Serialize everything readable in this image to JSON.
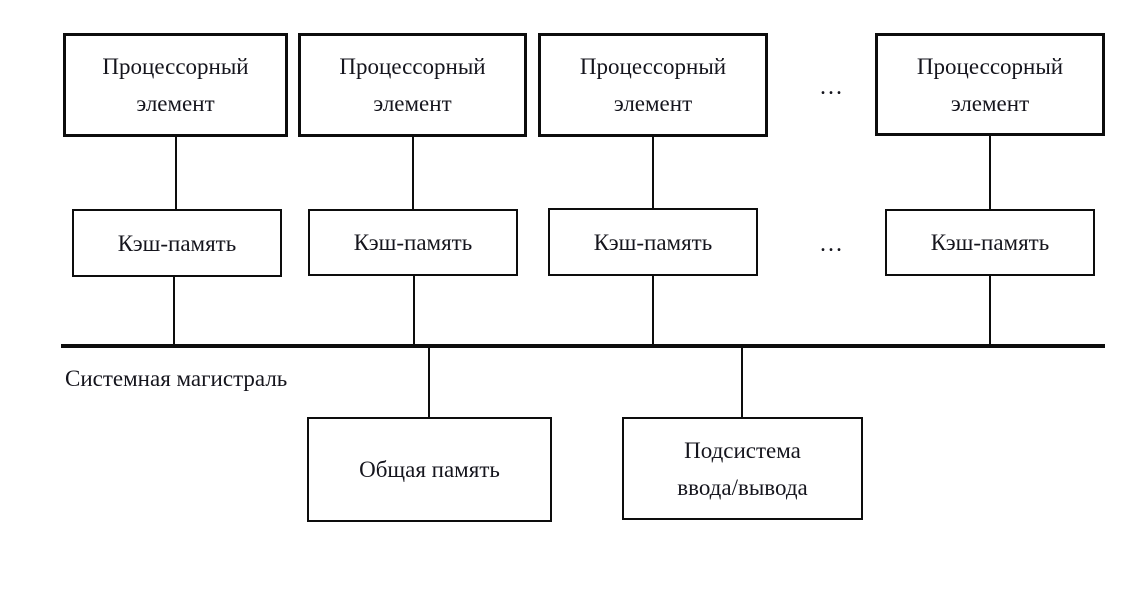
{
  "diagram": {
    "processors": [
      {
        "label": "Процессорный элемент"
      },
      {
        "label": "Процессорный элемент"
      },
      {
        "label": "Процессорный элемент"
      },
      {
        "label": "Процессорный элемент"
      }
    ],
    "caches": [
      {
        "label": "Кэш-память"
      },
      {
        "label": "Кэш-память"
      },
      {
        "label": "Кэш-память"
      },
      {
        "label": "Кэш-память"
      }
    ],
    "ellipsis_top": "...",
    "ellipsis_cache": "...",
    "bus_label": "Системная магистраль",
    "shared_memory_label": "Общая память",
    "io_subsystem_label": "Подсистема ввода/вывода",
    "colors": {
      "line": "#0d0d0d",
      "text": "#15151d",
      "background": "#ffffff"
    }
  }
}
